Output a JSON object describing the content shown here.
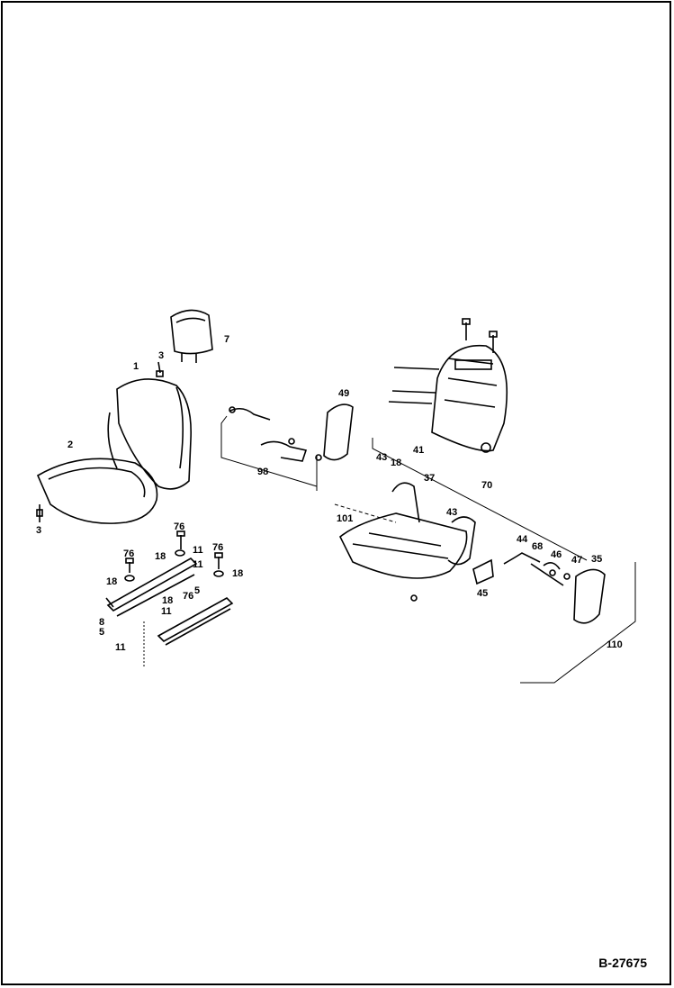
{
  "diagram": {
    "labels": {
      "p1": "1",
      "p2": "2",
      "p3a": "3",
      "p3b": "3",
      "p7": "7",
      "p49": "49",
      "p98": "98",
      "p41": "41",
      "p43a": "43",
      "p18a": "18",
      "p37": "37",
      "p70": "70",
      "p101": "101",
      "p43b": "43",
      "p44": "44",
      "p68": "68",
      "p46": "46",
      "p47": "47",
      "p35": "35",
      "p45": "45",
      "p110": "110",
      "p76a": "76",
      "p76b": "76",
      "p76c": "76",
      "p18b": "18",
      "p18c": "18",
      "p18d": "18",
      "p11a": "11",
      "p11b": "11",
      "p11c": "11",
      "p11d": "11",
      "p5a": "5",
      "p5b": "5",
      "p8": "8",
      "p76d": "76",
      "p18e": "18"
    }
  },
  "figure_code": "B-27675"
}
